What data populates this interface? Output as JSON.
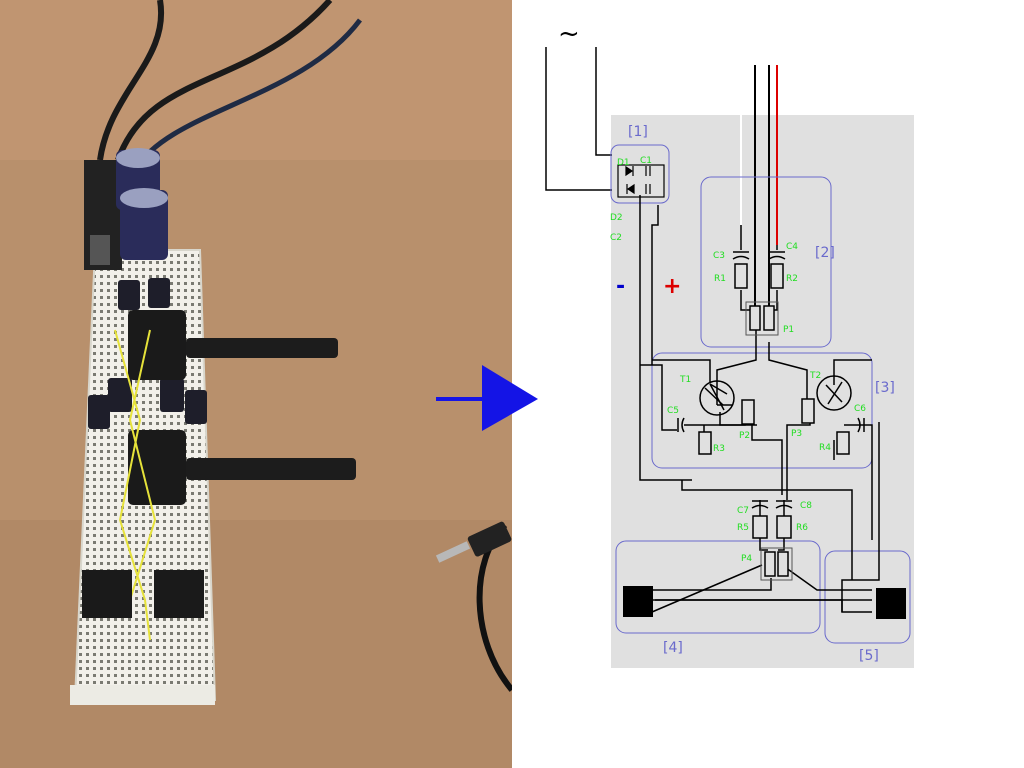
{
  "photo": {
    "background_color": "#b8906c",
    "board_color": "#f2f0ea",
    "knob_color": "#1c1c1c",
    "capacitor_color": "#2a2c5a",
    "wire_color": "#e6e23a"
  },
  "arrow": {
    "color": "#1414e6",
    "icon": "right-arrow"
  },
  "schematic": {
    "ac_symbol": "~",
    "polarity": {
      "minus": "-",
      "plus": "+"
    },
    "colors": {
      "panel_bg": "#e0e0e0",
      "wire": "#000000",
      "group_border": "#6a6acc",
      "group_label": "#6a6acc",
      "component_label": "#22dd22",
      "minus": "#0000cc",
      "plus": "#dd0000",
      "rail_red": "#dd0000",
      "rail_white": "#ffffff"
    },
    "groups": [
      {
        "label": "[1]"
      },
      {
        "label": "[2]"
      },
      {
        "label": "[3]"
      },
      {
        "label": "[4]"
      },
      {
        "label": "[5]"
      }
    ],
    "components": {
      "D1": "D1",
      "C1": "C1",
      "D2": "D2",
      "C2": "C2",
      "C3": "C3",
      "C4": "C4",
      "R1": "R1",
      "R2": "R2",
      "P1": "P1",
      "T1": "T1",
      "T2": "T2",
      "C5": "C5",
      "C6": "C6",
      "P2": "P2",
      "P3": "P3",
      "R3": "R3",
      "R4": "R4",
      "C7": "C7",
      "C8": "C8",
      "R5": "R5",
      "R6": "R6",
      "P4": "P4"
    }
  }
}
